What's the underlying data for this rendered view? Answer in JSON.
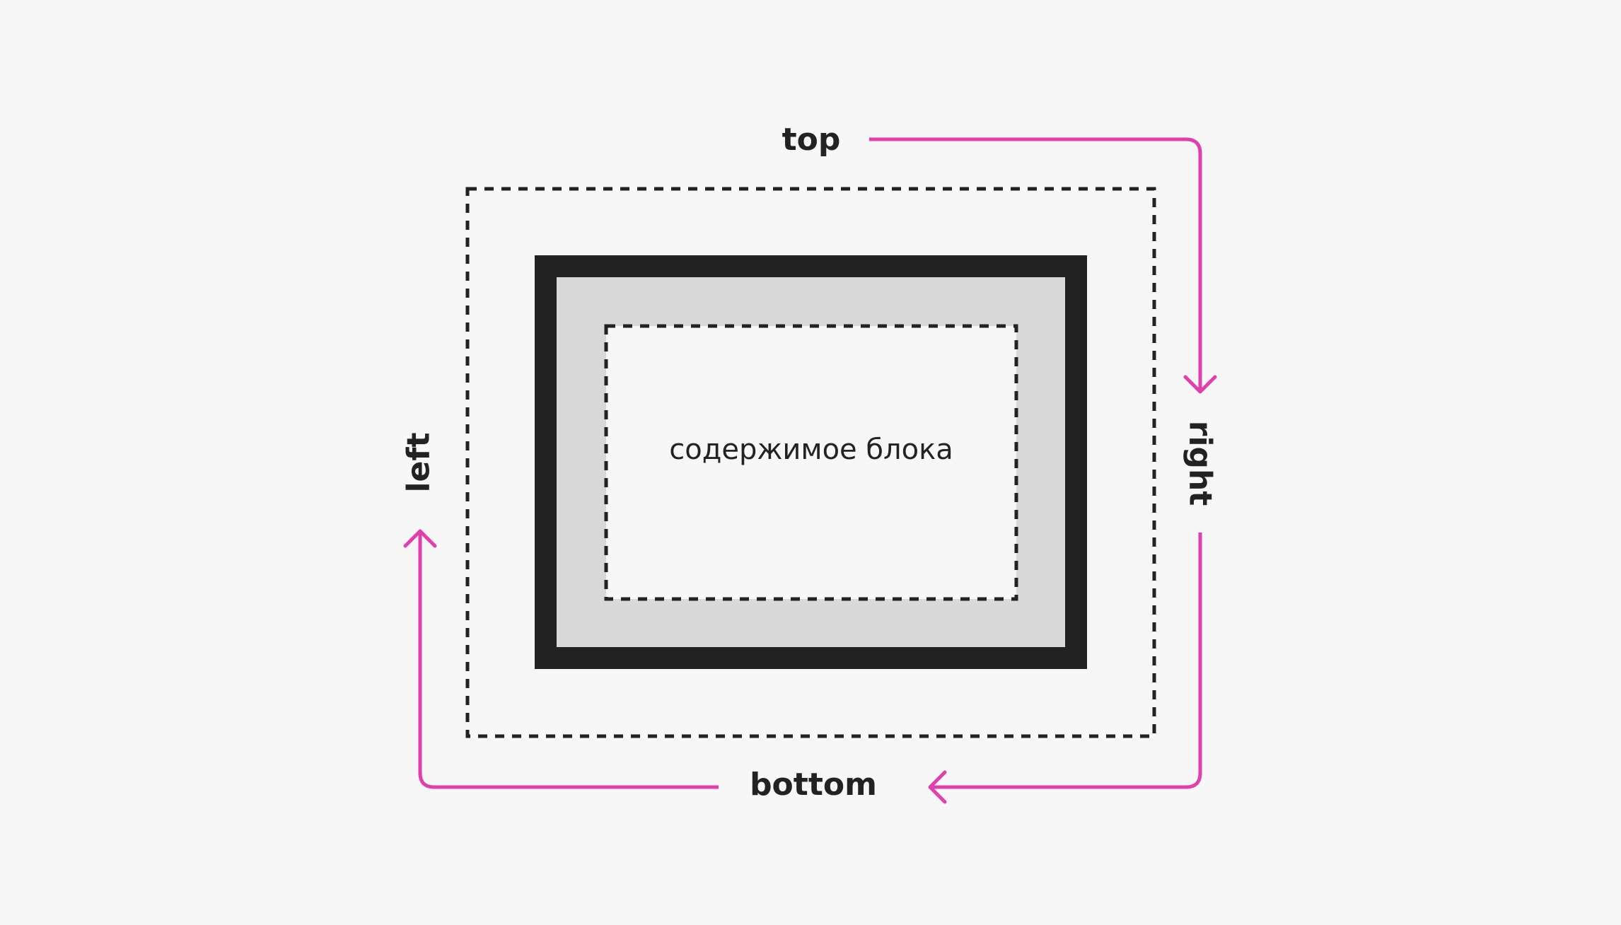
{
  "labels": {
    "top": "top",
    "right": "right",
    "bottom": "bottom",
    "left": "left",
    "content": "содержимое блока"
  },
  "colors": {
    "background": "#f7f7f7",
    "border": "#222222",
    "padding": "#d9d9d9",
    "dashed": "#222222",
    "arrow": "#e040ad",
    "text": "#222222"
  }
}
